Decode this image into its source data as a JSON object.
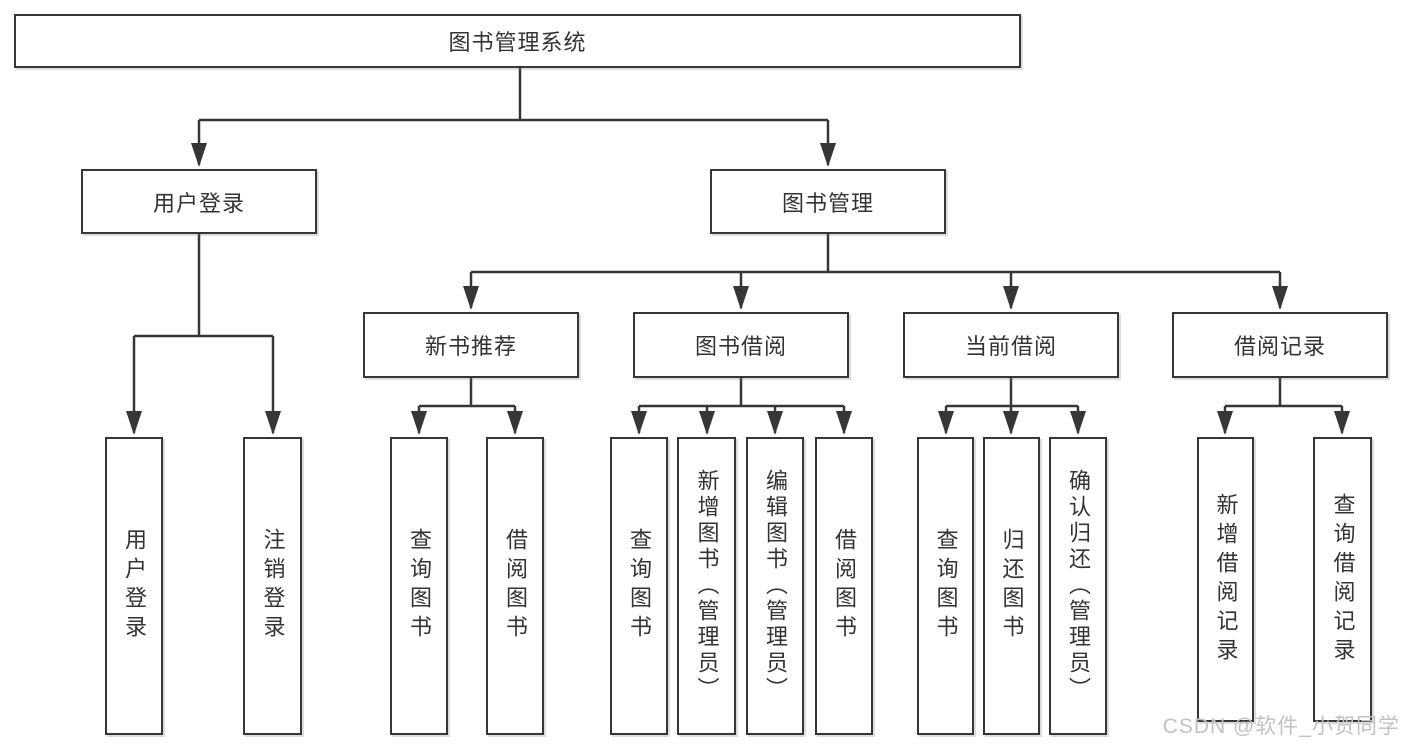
{
  "diagram": {
    "type": "hierarchy-tree",
    "tree": {
      "root": "图书管理系统",
      "branches": [
        {
          "label": "用户登录",
          "children": [
            "用户登录",
            "注销登录"
          ]
        },
        {
          "label": "图书管理",
          "sections": [
            {
              "label": "新书推荐",
              "children": [
                "查询图书",
                "借阅图书"
              ]
            },
            {
              "label": "图书借阅",
              "children": [
                "查询图书",
                "新增图书（管理员）",
                "编辑图书（管理员）",
                "借阅图书"
              ]
            },
            {
              "label": "当前借阅",
              "children": [
                "查询图书",
                "归还图书",
                "确认归还（管理员）"
              ]
            },
            {
              "label": "借阅记录",
              "children": [
                "新增借阅记录",
                "查询借阅记录"
              ]
            }
          ]
        }
      ]
    },
    "colors": {
      "line": "#363636",
      "box_border": "#363636",
      "box_background": "#ffffff",
      "text": "#333333",
      "watermark_text_color": "#c2c2c2"
    }
  },
  "watermark": {
    "text": "CSDN @软件_小贺同学"
  }
}
